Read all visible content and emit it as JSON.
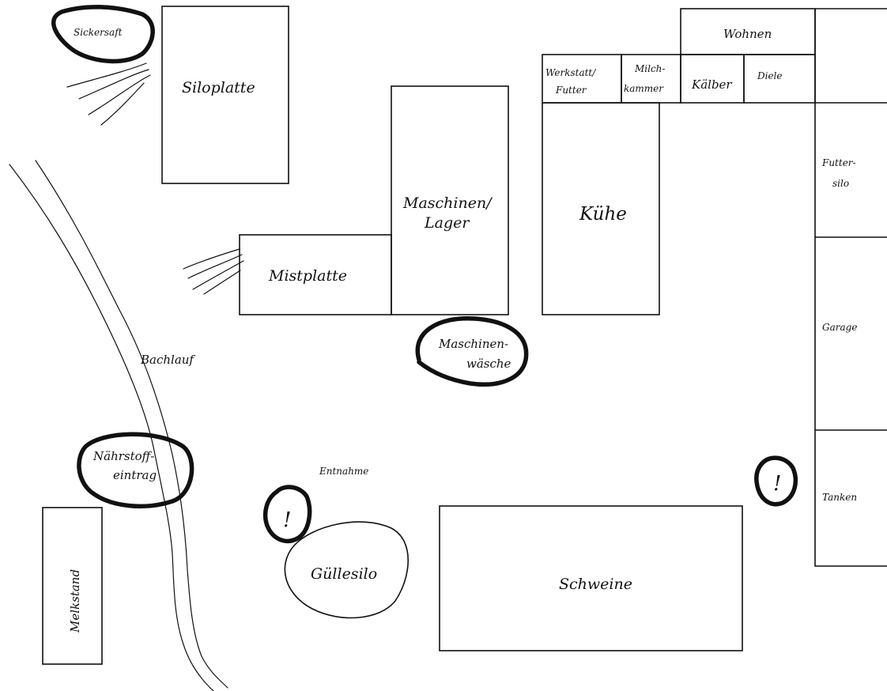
{
  "labels": {
    "sickersaft": "Sickersaft",
    "siloplatte": "Siloplatte",
    "maschinen_lager_1": "Maschinen/",
    "maschinen_lager_2": "Lager",
    "mistplatte": "Mistplatte",
    "maschinenwaesche_1": "Maschinen-",
    "maschinenwaesche_2": "wäsche",
    "werkstatt_1": "Werkstatt/",
    "werkstatt_2": "Futter",
    "milchkammer_1": "Milch-",
    "milchkammer_2": "kammer",
    "kaelber": "Kälber",
    "diele": "Diele",
    "wohnen": "Wohnen",
    "kuehe": "Kühe",
    "futtersilo_1": "Futter-",
    "futtersilo_2": "silo",
    "garage": "Garage",
    "tanken": "Tanken",
    "bachlauf": "Bachlauf",
    "naehrstoffeintrag_1": "Nährstoff-",
    "naehrstoffeintrag_2": "eintrag",
    "melkstand": "Melkstand",
    "entnahme": "Entnahme",
    "guellesilo": "Güllesilo",
    "schweine": "Schweine",
    "warning_mark": "!"
  }
}
